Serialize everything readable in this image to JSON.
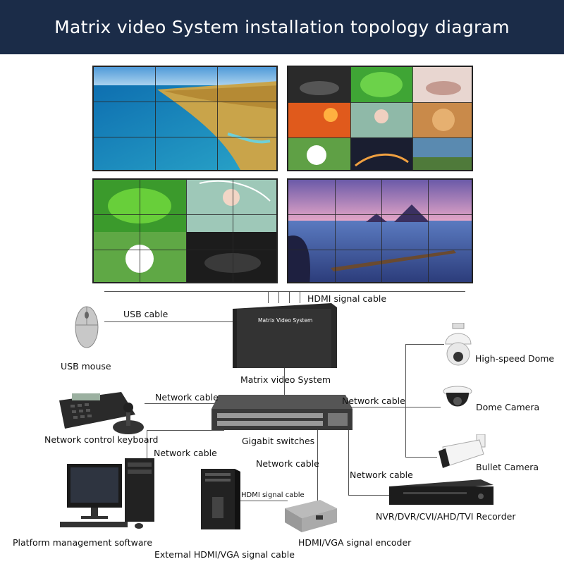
{
  "header": {
    "title": "Matrix video System installation topology diagram"
  },
  "labels": {
    "hdmi_top": "HDMI signal cable",
    "usb_cable": "USB cable",
    "usb_mouse": "USB mouse",
    "matrix_front": "Matrix Video System",
    "matrix_system": "Matrix video System",
    "network_cable_keyboard": "Network cable",
    "network_cable_cameras": "Network cable",
    "network_control_keyboard": "Network control keyboard",
    "gigabit_switches": "Gigabit switches",
    "network_cable_platform": "Network cable",
    "network_cable_encoder": "Network cable",
    "network_cable_recorder": "Network cable",
    "hdmi_encoder_cable": "HDMI signal cable",
    "high_speed_dome": "High-speed Dome",
    "dome_camera": "Dome Camera",
    "bullet_camera": "Bullet Camera",
    "recorder": "NVR/DVR/CVI/AHD/TVI Recorder",
    "platform_software": "Platform management software",
    "external_cable": "External HDMI/VGA signal cable",
    "encoder": "HDMI/VGA signal encoder"
  },
  "colors": {
    "header_bg": "#1b2c48",
    "header_text": "#ffffff",
    "line": "#555555"
  }
}
